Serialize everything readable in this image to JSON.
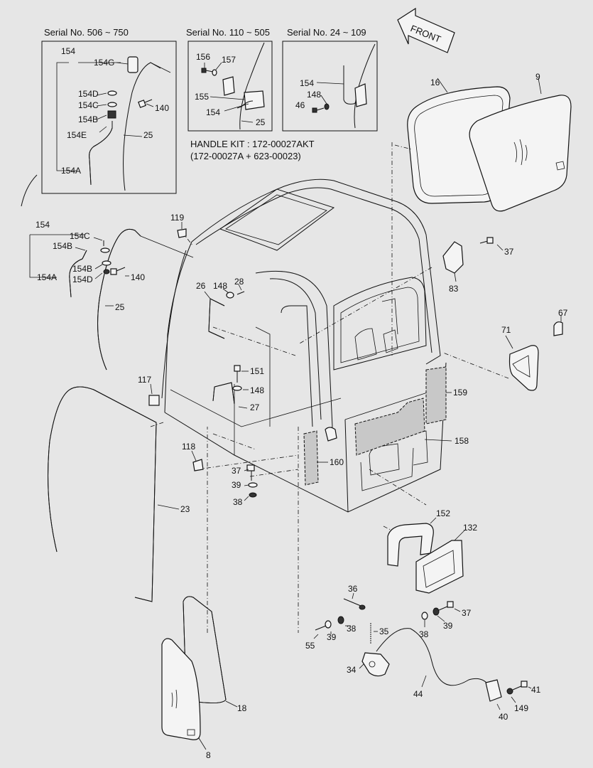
{
  "headers": {
    "serial_1": "Serial No. 506 ~ 750",
    "serial_2": "Serial No. 110 ~ 505",
    "serial_3": "Serial No. 24 ~ 109",
    "handle_kit_1": "HANDLE KIT : 172-00027AKT",
    "handle_kit_2": "(172-00027A + 623-00023)",
    "front": "FRONT"
  },
  "callouts": {
    "p154_box1": "154",
    "p154G": "154G",
    "p154D_box1": "154D",
    "p154C_box1": "154C",
    "p154B_box1": "154B",
    "p154E": "154E",
    "p154A_box1": "154A",
    "p140_box1": "140",
    "p25_box1": "25",
    "p156": "156",
    "p157": "157",
    "p155": "155",
    "p154_box2": "154",
    "p25_box2": "25",
    "p154_box3": "154",
    "p148_box3": "148",
    "p46": "46",
    "p16": "16",
    "p9": "9",
    "p154_main": "154",
    "p154C_main": "154C",
    "p154B_main": "154B",
    "p154B_main2": "154B",
    "p154D_main": "154D",
    "p154A_main": "154A",
    "p140_main": "140",
    "p25_main": "25",
    "p119": "119",
    "p26": "26",
    "p148_a": "148",
    "p28": "28",
    "p37_a": "37",
    "p83": "83",
    "p67": "67",
    "p71": "71",
    "p117": "117",
    "p151": "151",
    "p148_b": "148",
    "p27": "27",
    "p159": "159",
    "p158": "158",
    "p160": "160",
    "p118": "118",
    "p37_b": "37",
    "p39_a": "39",
    "p38_a": "38",
    "p23": "23",
    "p152": "152",
    "p132": "132",
    "p36": "36",
    "p37_c": "37",
    "p38_b": "38",
    "p35": "35",
    "p38_c": "38",
    "p39_b": "39",
    "p39_c": "39",
    "p55": "55",
    "p34": "34",
    "p44": "44",
    "p41": "41",
    "p149": "149",
    "p40": "40",
    "p18": "18",
    "p8": "8"
  }
}
